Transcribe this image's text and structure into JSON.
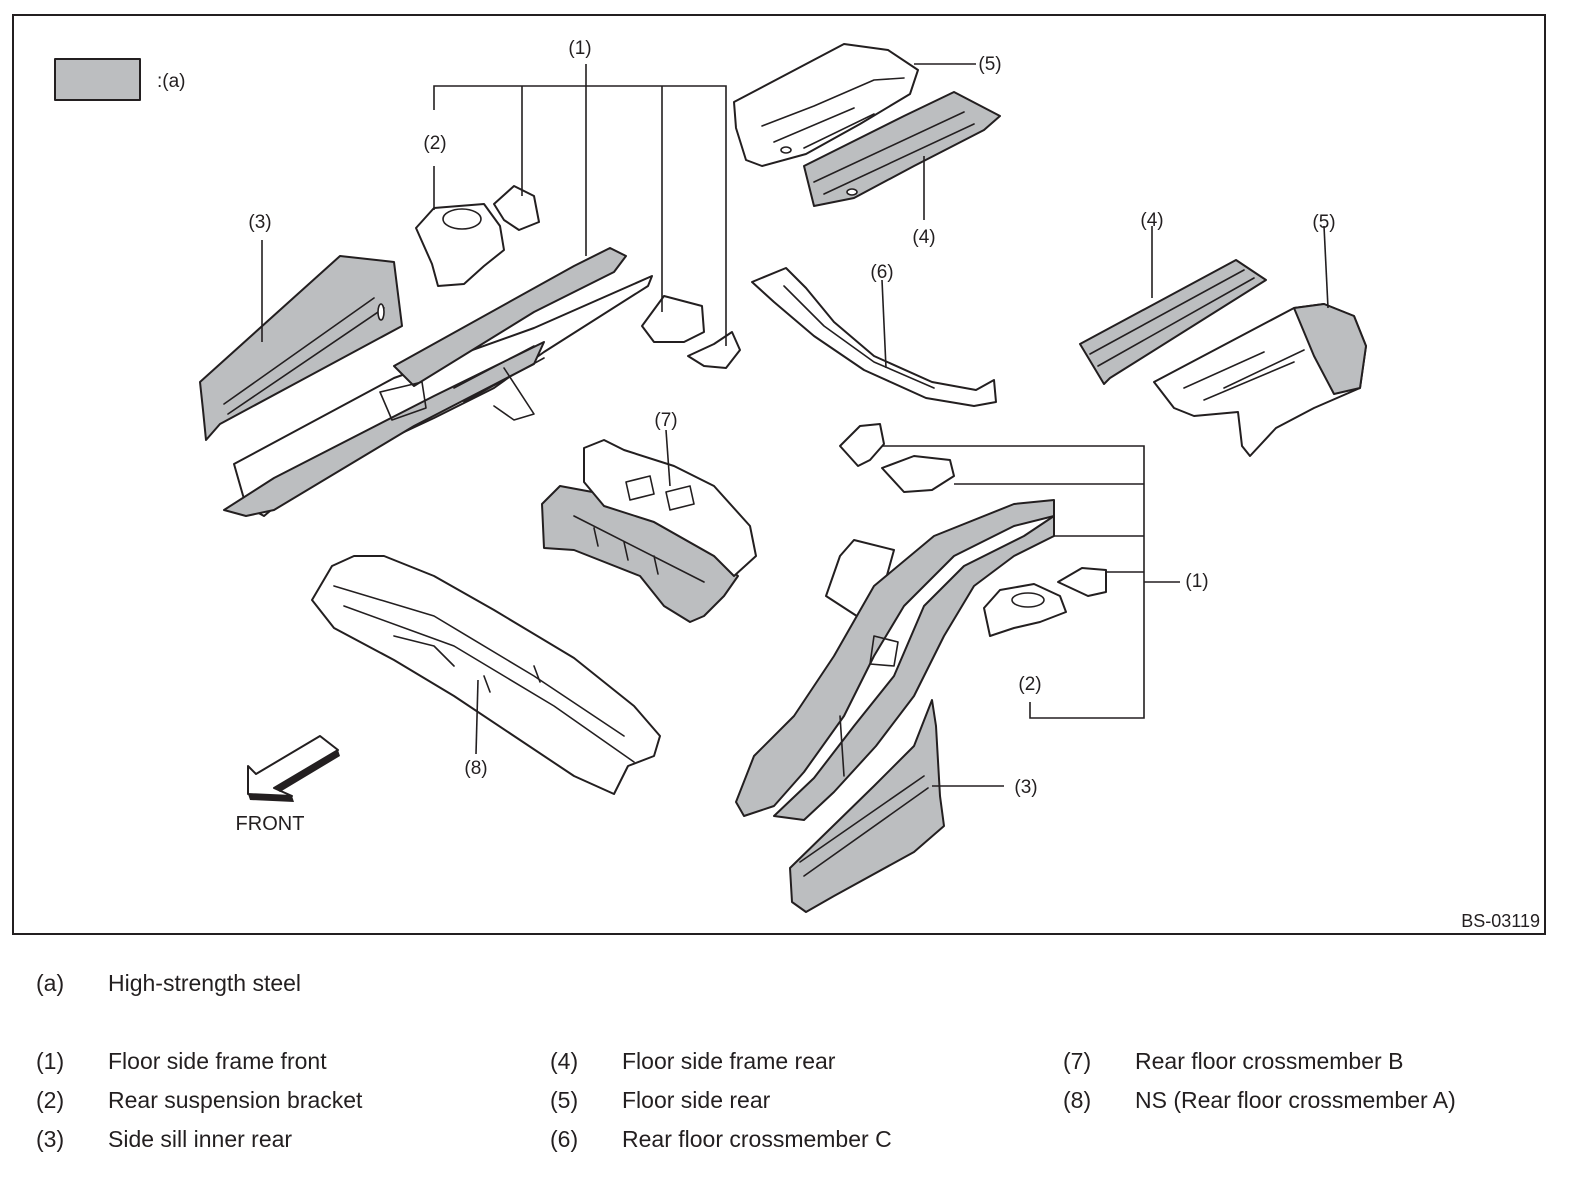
{
  "diagram": {
    "code": "BS-03119",
    "front_label": "FRONT",
    "material_key": ":(a)",
    "callouts": {
      "c1": "(1)",
      "c2": "(2)",
      "c3": "(3)",
      "c4": "(4)",
      "c5": "(5)",
      "c6": "(6)",
      "c7": "(7)",
      "c8": "(8)"
    },
    "colors": {
      "high_strength_steel": "#bcbec0",
      "outline": "#231f20"
    }
  },
  "legend": {
    "material": {
      "key": "(a)",
      "text": "High-strength steel"
    },
    "parts": [
      {
        "num": "(1)",
        "name": "Floor side frame front"
      },
      {
        "num": "(2)",
        "name": "Rear suspension bracket"
      },
      {
        "num": "(3)",
        "name": "Side sill inner rear"
      },
      {
        "num": "(4)",
        "name": "Floor side frame rear"
      },
      {
        "num": "(5)",
        "name": "Floor side rear"
      },
      {
        "num": "(6)",
        "name": "Rear floor crossmember C"
      },
      {
        "num": "(7)",
        "name": "Rear floor crossmember B"
      },
      {
        "num": "(8)",
        "name": "NS (Rear floor crossmember A)"
      }
    ]
  }
}
